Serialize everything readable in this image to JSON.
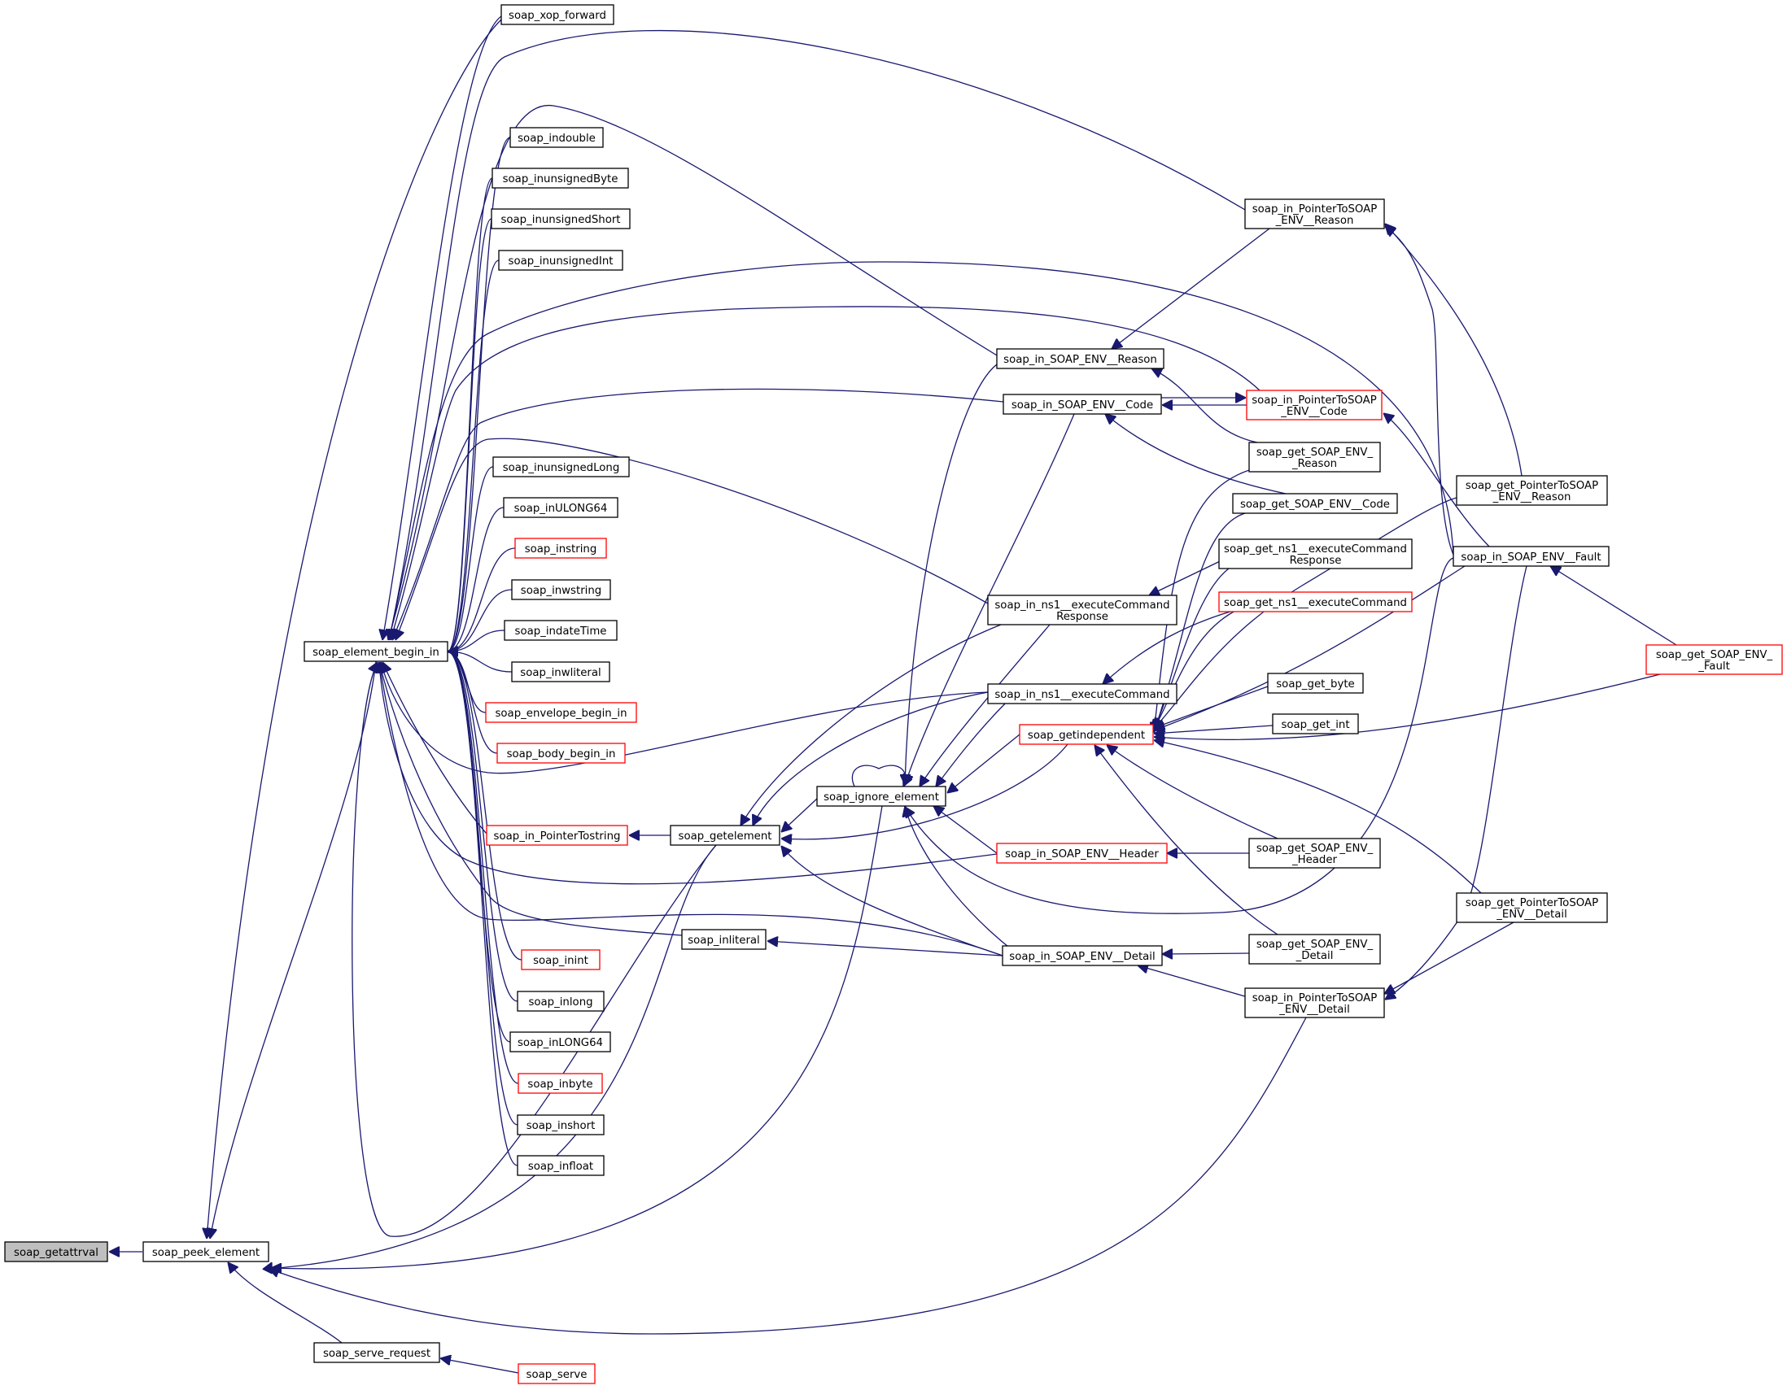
{
  "nodes": [
    {
      "id": "n_getattrval",
      "label": "soap_getattrval",
      "style": "root"
    },
    {
      "id": "n_peek",
      "label": "soap_peek_element",
      "style": "normal"
    },
    {
      "id": "n_serve_request",
      "label": "soap_serve_request",
      "style": "normal"
    },
    {
      "id": "n_serve",
      "label": "soap_serve",
      "style": "red"
    },
    {
      "id": "n_ebi",
      "label": "soap_element_begin_in",
      "style": "normal"
    },
    {
      "id": "n_xop",
      "label": "soap_xop_forward",
      "style": "normal"
    },
    {
      "id": "n_indouble",
      "label": "soap_indouble",
      "style": "normal"
    },
    {
      "id": "n_inubyte",
      "label": "soap_inunsignedByte",
      "style": "normal"
    },
    {
      "id": "n_inushort",
      "label": "soap_inunsignedShort",
      "style": "normal"
    },
    {
      "id": "n_inuint",
      "label": "soap_inunsignedInt",
      "style": "normal"
    },
    {
      "id": "n_inulong",
      "label": "soap_inunsignedLong",
      "style": "normal"
    },
    {
      "id": "n_inULONG64",
      "label": "soap_inULONG64",
      "style": "normal"
    },
    {
      "id": "n_instring",
      "label": "soap_instring",
      "style": "red"
    },
    {
      "id": "n_inwstring",
      "label": "soap_inwstring",
      "style": "normal"
    },
    {
      "id": "n_indateTime",
      "label": "soap_indateTime",
      "style": "normal"
    },
    {
      "id": "n_inwliteral",
      "label": "soap_inwliteral",
      "style": "normal"
    },
    {
      "id": "n_envelope",
      "label": "soap_envelope_begin_in",
      "style": "red"
    },
    {
      "id": "n_body",
      "label": "soap_body_begin_in",
      "style": "red"
    },
    {
      "id": "n_ptrstring",
      "label": "soap_in_PointerTostring",
      "style": "red"
    },
    {
      "id": "n_inint",
      "label": "soap_inint",
      "style": "red"
    },
    {
      "id": "n_inlong",
      "label": "soap_inlong",
      "style": "normal"
    },
    {
      "id": "n_inLONG64",
      "label": "soap_inLONG64",
      "style": "normal"
    },
    {
      "id": "n_inbyte",
      "label": "soap_inbyte",
      "style": "red"
    },
    {
      "id": "n_inshort",
      "label": "soap_inshort",
      "style": "normal"
    },
    {
      "id": "n_infloat",
      "label": "soap_infloat",
      "style": "normal"
    },
    {
      "id": "n_getelement",
      "label": "soap_getelement",
      "style": "normal"
    },
    {
      "id": "n_inliteral",
      "label": "soap_inliteral",
      "style": "normal"
    },
    {
      "id": "n_ignore",
      "label": "soap_ignore_element",
      "style": "normal"
    },
    {
      "id": "n_env_reason",
      "label": "soap_in_SOAP_ENV__Reason",
      "style": "normal"
    },
    {
      "id": "n_env_code",
      "label": "soap_in_SOAP_ENV__Code",
      "style": "normal"
    },
    {
      "id": "n_exec_resp",
      "label": "soap_in_ns1__executeCommand\nResponse",
      "style": "normal"
    },
    {
      "id": "n_exec",
      "label": "soap_in_ns1__executeCommand",
      "style": "normal"
    },
    {
      "id": "n_getindep",
      "label": "soap_getindependent",
      "style": "red"
    },
    {
      "id": "n_env_header",
      "label": "soap_in_SOAP_ENV__Header",
      "style": "red"
    },
    {
      "id": "n_env_detail",
      "label": "soap_in_SOAP_ENV__Detail",
      "style": "normal"
    },
    {
      "id": "n_ptr_reason",
      "label": "soap_in_PointerToSOAP\n_ENV__Reason",
      "style": "normal"
    },
    {
      "id": "n_ptr_code",
      "label": "soap_in_PointerToSOAP\n_ENV__Code",
      "style": "red"
    },
    {
      "id": "n_get_reason",
      "label": "soap_get_SOAP_ENV_\n_Reason",
      "style": "normal"
    },
    {
      "id": "n_get_code",
      "label": "soap_get_SOAP_ENV__Code",
      "style": "normal"
    },
    {
      "id": "n_get_exec_resp",
      "label": "soap_get_ns1__executeCommand\nResponse",
      "style": "normal"
    },
    {
      "id": "n_get_exec",
      "label": "soap_get_ns1__executeCommand",
      "style": "red"
    },
    {
      "id": "n_get_byte",
      "label": "soap_get_byte",
      "style": "normal"
    },
    {
      "id": "n_get_int",
      "label": "soap_get_int",
      "style": "normal"
    },
    {
      "id": "n_get_header",
      "label": "soap_get_SOAP_ENV_\n_Header",
      "style": "normal"
    },
    {
      "id": "n_get_detail",
      "label": "soap_get_SOAP_ENV_\n_Detail",
      "style": "normal"
    },
    {
      "id": "n_ptr_detail",
      "label": "soap_in_PointerToSOAP\n_ENV__Detail",
      "style": "normal"
    },
    {
      "id": "n_getptr_reason",
      "label": "soap_get_PointerToSOAP\n_ENV__Reason",
      "style": "normal"
    },
    {
      "id": "n_env_fault",
      "label": "soap_in_SOAP_ENV__Fault",
      "style": "normal"
    },
    {
      "id": "n_getptr_detail",
      "label": "soap_get_PointerToSOAP\n_ENV__Detail",
      "style": "normal"
    },
    {
      "id": "n_get_fault",
      "label": "soap_get_SOAP_ENV_\n_Fault",
      "style": "red"
    }
  ],
  "edges": [
    [
      "n_peek",
      "n_getattrval"
    ],
    [
      "n_ebi",
      "n_peek"
    ],
    [
      "n_xop",
      "n_peek"
    ],
    [
      "n_getelement",
      "n_peek"
    ],
    [
      "n_ignore",
      "n_peek"
    ],
    [
      "n_ptr_detail",
      "n_peek"
    ],
    [
      "n_serve_request",
      "n_peek"
    ],
    [
      "n_serve",
      "n_serve_request"
    ],
    [
      "n_xop",
      "n_ebi"
    ],
    [
      "n_indouble",
      "n_ebi"
    ],
    [
      "n_inubyte",
      "n_ebi"
    ],
    [
      "n_inushort",
      "n_ebi"
    ],
    [
      "n_inuint",
      "n_ebi"
    ],
    [
      "n_inulong",
      "n_ebi"
    ],
    [
      "n_inULONG64",
      "n_ebi"
    ],
    [
      "n_instring",
      "n_ebi"
    ],
    [
      "n_inwstring",
      "n_ebi"
    ],
    [
      "n_indateTime",
      "n_ebi"
    ],
    [
      "n_inwliteral",
      "n_ebi"
    ],
    [
      "n_envelope",
      "n_ebi"
    ],
    [
      "n_body",
      "n_ebi"
    ],
    [
      "n_ptrstring",
      "n_ebi"
    ],
    [
      "n_inint",
      "n_ebi"
    ],
    [
      "n_inlong",
      "n_ebi"
    ],
    [
      "n_inLONG64",
      "n_ebi"
    ],
    [
      "n_inbyte",
      "n_ebi"
    ],
    [
      "n_inshort",
      "n_ebi"
    ],
    [
      "n_infloat",
      "n_ebi"
    ],
    [
      "n_inliteral",
      "n_ebi"
    ],
    [
      "n_ptr_reason",
      "n_ebi"
    ],
    [
      "n_env_reason",
      "n_ebi"
    ],
    [
      "n_env_fault",
      "n_ebi"
    ],
    [
      "n_ptr_code",
      "n_ebi"
    ],
    [
      "n_env_code",
      "n_ebi"
    ],
    [
      "n_exec_resp",
      "n_ebi"
    ],
    [
      "n_exec",
      "n_ebi"
    ],
    [
      "n_env_header",
      "n_ebi"
    ],
    [
      "n_env_detail",
      "n_ebi"
    ],
    [
      "n_getelement",
      "n_ptrstring"
    ],
    [
      "n_getelement",
      "n_ebi"
    ],
    [
      "n_ignore",
      "n_getelement"
    ],
    [
      "n_getindep",
      "n_getelement"
    ],
    [
      "n_env_detail",
      "n_getelement"
    ],
    [
      "n_exec_resp",
      "n_getelement"
    ],
    [
      "n_exec",
      "n_getelement"
    ],
    [
      "n_env_detail",
      "n_inliteral"
    ],
    [
      "n_ignore",
      "n_ignore"
    ],
    [
      "n_env_reason",
      "n_ignore"
    ],
    [
      "n_env_code",
      "n_ignore"
    ],
    [
      "n_exec_resp",
      "n_ignore"
    ],
    [
      "n_exec",
      "n_ignore"
    ],
    [
      "n_getindep",
      "n_ignore"
    ],
    [
      "n_env_header",
      "n_ignore"
    ],
    [
      "n_env_detail",
      "n_ignore"
    ],
    [
      "n_env_fault",
      "n_ignore"
    ],
    [
      "n_ptr_reason",
      "n_env_reason"
    ],
    [
      "n_get_reason",
      "n_env_reason"
    ],
    [
      "n_ptr_code",
      "n_env_code"
    ],
    [
      "n_get_code",
      "n_env_code"
    ],
    [
      "n_env_code",
      "n_ptr_code"
    ],
    [
      "n_env_fault",
      "n_ptr_code"
    ],
    [
      "n_get_exec_resp",
      "n_exec_resp"
    ],
    [
      "n_get_exec",
      "n_exec"
    ],
    [
      "n_get_header",
      "n_env_header"
    ],
    [
      "n_get_detail",
      "n_env_detail"
    ],
    [
      "n_ptr_detail",
      "n_env_detail"
    ],
    [
      "n_get_reason",
      "n_getindep"
    ],
    [
      "n_get_code",
      "n_getindep"
    ],
    [
      "n_get_exec_resp",
      "n_getindep"
    ],
    [
      "n_get_exec",
      "n_getindep"
    ],
    [
      "n_get_byte",
      "n_getindep"
    ],
    [
      "n_get_int",
      "n_getindep"
    ],
    [
      "n_get_fault",
      "n_getindep"
    ],
    [
      "n_get_header",
      "n_getindep"
    ],
    [
      "n_get_detail",
      "n_getindep"
    ],
    [
      "n_getptr_detail",
      "n_getindep"
    ],
    [
      "n_getptr_reason",
      "n_getindep"
    ],
    [
      "n_env_fault",
      "n_getindep"
    ],
    [
      "n_getptr_reason",
      "n_ptr_reason"
    ],
    [
      "n_env_fault",
      "n_ptr_reason"
    ],
    [
      "n_getptr_detail",
      "n_ptr_detail"
    ],
    [
      "n_env_fault",
      "n_ptr_detail"
    ],
    [
      "n_get_fault",
      "n_env_fault"
    ]
  ]
}
